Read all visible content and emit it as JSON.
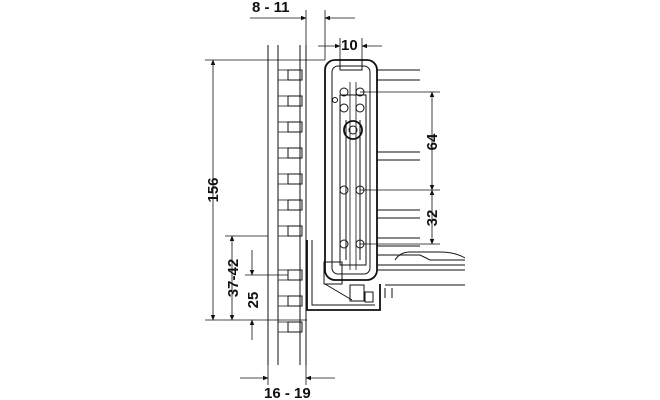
{
  "diagram": {
    "type": "technical-dimension-drawing",
    "subject": "drawer runner mounting bracket cross-section",
    "dimensions": {
      "top_offset": "8 - 11",
      "bracket_width": "10",
      "hole_spacing_large": "64",
      "hole_spacing_small": "32",
      "overall_height": "156",
      "height_range": "37-42",
      "lower_offset": "25",
      "bottom_range": "16 - 19"
    }
  },
  "colors": {
    "line": "#111111",
    "background": "#ffffff"
  }
}
